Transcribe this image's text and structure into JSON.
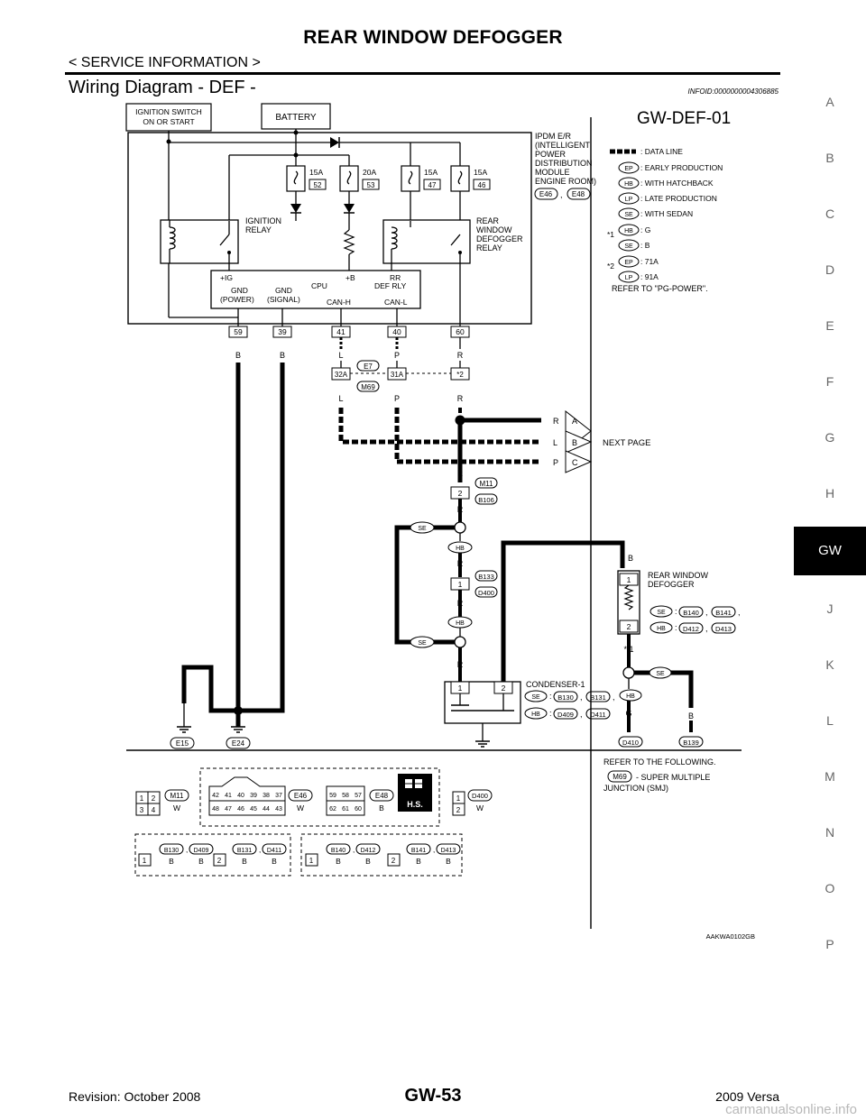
{
  "header": {
    "title": "REAR WINDOW DEFOGGER",
    "subtitle": "< SERVICE INFORMATION >"
  },
  "section": {
    "title": "Wiring Diagram - DEF -",
    "infoid": "INFOID:0000000004306885"
  },
  "side_index": {
    "items": [
      "A",
      "B",
      "C",
      "D",
      "E",
      "F",
      "G",
      "H",
      "GW",
      "J",
      "K",
      "L",
      "M",
      "N",
      "O",
      "P"
    ],
    "active": "GW"
  },
  "diagram": {
    "id": "GW-DEF-01",
    "code": "AAKWA0102GB",
    "top_boxes": {
      "ignition": [
        "IGNITION SWITCH",
        "ON OR START"
      ],
      "battery": "BATTERY"
    },
    "ipdm": [
      "IPDM E/R",
      "(INTELLIGENT",
      "POWER",
      "DISTRIBUTION",
      "MODULE",
      "ENGINE ROOM)"
    ],
    "ipdm_connectors": [
      "E46",
      "E48"
    ],
    "fuses": [
      {
        "amp": "15A",
        "no": "52"
      },
      {
        "amp": "20A",
        "no": "53"
      },
      {
        "amp": "15A",
        "no": "47"
      },
      {
        "amp": "15A",
        "no": "46"
      }
    ],
    "ignition_relay": [
      "IGNITION",
      "RELAY"
    ],
    "defogger_relay": [
      "REAR",
      "WINDOW",
      "DEFOGGER",
      "RELAY"
    ],
    "cpu": {
      "ig": "+IG",
      "b": "+B",
      "rr": "RR",
      "defrly": "DEF RLY",
      "gnd_power": [
        "GND",
        "(POWER)"
      ],
      "gnd_signal": [
        "GND",
        "(SIGNAL)"
      ],
      "cpu": "CPU",
      "canh": "CAN-H",
      "canl": "CAN-L"
    },
    "terminals": [
      "59",
      "39",
      "41",
      "40",
      "60"
    ],
    "colors_top": [
      "B",
      "B",
      "L",
      "P",
      "R"
    ],
    "junction": {
      "pins": [
        "32A",
        "31A",
        "*2"
      ],
      "e7": "E7",
      "m69": "M69"
    },
    "colors_mid": [
      "L",
      "P",
      "R"
    ],
    "next_page": {
      "rows": [
        {
          "c": "R",
          "l": "A"
        },
        {
          "c": "L",
          "l": "B"
        },
        {
          "c": "P",
          "l": "C"
        }
      ],
      "label": "NEXT PAGE"
    },
    "wire_R": "R",
    "m11": {
      "name": "M11",
      "pin": "2",
      "b": "B106"
    },
    "b133": {
      "name": "B133",
      "pin": "1",
      "d": "D400"
    },
    "se": "SE",
    "hb": "HB",
    "defogger": {
      "label": [
        "REAR WINDOW",
        "DEFOGGER"
      ],
      "pin1": "1",
      "pin2": "2",
      "se_conn": [
        "B140",
        "B141"
      ],
      "hb_conn": [
        "D412",
        "D413"
      ]
    },
    "condenser": {
      "label": "CONDENSER-1",
      "pin1": "1",
      "pin2": "2",
      "se_conn": [
        "B130",
        "B131"
      ],
      "hb_conn": [
        "D409",
        "D411"
      ]
    },
    "star1": "* 1",
    "grounds": {
      "e15": "E15",
      "e24": "E24",
      "d410": "D410",
      "b139": "B139",
      "g": "G",
      "b": "B"
    },
    "ground_colors": [
      "B",
      "B",
      "B",
      "B"
    ],
    "legend": [
      {
        "tag": "",
        "text": ": DATA LINE"
      },
      {
        "tag": "EP",
        "text": ": EARLY PRODUCTION"
      },
      {
        "tag": "HB",
        "text": ": WITH HATCHBACK"
      },
      {
        "tag": "LP",
        "text": ": LATE PRODUCTION"
      },
      {
        "tag": "SE",
        "text": ": WITH SEDAN"
      },
      {
        "tag": "HB",
        "text": ": G",
        "star": "*1"
      },
      {
        "tag": "SE",
        "text": ": B"
      },
      {
        "tag": "EP",
        "text": ": 71A",
        "star": "*2"
      },
      {
        "tag": "LP",
        "text": ": 91A"
      }
    ],
    "refer_power": "REFER TO \"PG-POWER\".",
    "refer_following": "REFER TO THE FOLLOWING.",
    "refer_m69": [
      "M69",
      "- SUPER MULTIPLE",
      "JUNCTION (SMJ)"
    ],
    "connectors_row1": {
      "m11": {
        "name": "M11",
        "color": "W",
        "pins": [
          "1",
          "2",
          "3",
          "4"
        ]
      },
      "e46": {
        "name": "E46",
        "color": "W",
        "pins_top": [
          "42",
          "41",
          "40",
          "39",
          "38",
          "37"
        ],
        "pins_bot": [
          "48",
          "47",
          "46",
          "45",
          "44",
          "43"
        ]
      },
      "e48": {
        "name": "E48",
        "color": "B",
        "pins_top": [
          "59",
          "58",
          "57"
        ],
        "pins_bot": [
          "62",
          "61",
          "60"
        ]
      },
      "hs": "H.S.",
      "d400": {
        "name": "D400",
        "color": "W",
        "pins": [
          "1",
          "2"
        ]
      }
    },
    "connectors_row2": {
      "left": {
        "names": [
          "B130",
          "D409",
          "B131",
          "D411"
        ],
        "colors": [
          "B",
          "B",
          "B",
          "B"
        ],
        "pins": [
          "1",
          "2"
        ]
      },
      "right": {
        "names": [
          "B140",
          "D412",
          "B141",
          "D413"
        ],
        "colors": [
          "B",
          "B",
          "B",
          "B"
        ],
        "pins": [
          "1",
          "2"
        ]
      }
    }
  },
  "footer": {
    "revision": "Revision: October 2008",
    "page": "GW-53",
    "model": "2009 Versa",
    "watermark": "carmanualsonline.info"
  }
}
